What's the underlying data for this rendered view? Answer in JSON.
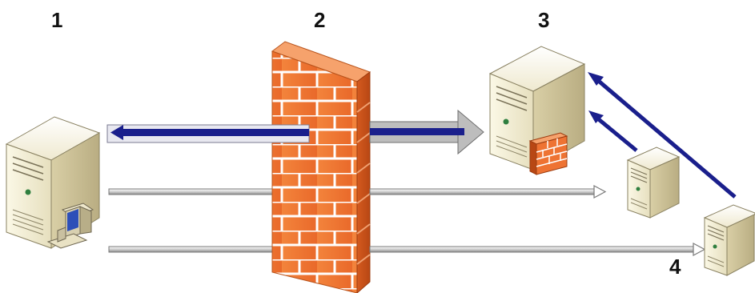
{
  "labels": {
    "client": "1",
    "firewall": "2",
    "server": "3",
    "remote": "4"
  },
  "colors": {
    "firewall_brick": "#f07a33",
    "firewall_side": "#c8501a",
    "mortar": "#ffffff",
    "server_body": "#f3eed6",
    "server_side": "#d8cfa8",
    "arrow_blue": "#1a1f8c",
    "arrow_gray": "#8f8f8f",
    "arrow_light": "#d9d9d9"
  },
  "icons": {
    "client": "workstation-server-icon",
    "firewall": "brick-wall-icon",
    "server": "server-with-firewall-icon",
    "remote_a": "small-server-icon",
    "remote_b": "small-server-icon"
  }
}
